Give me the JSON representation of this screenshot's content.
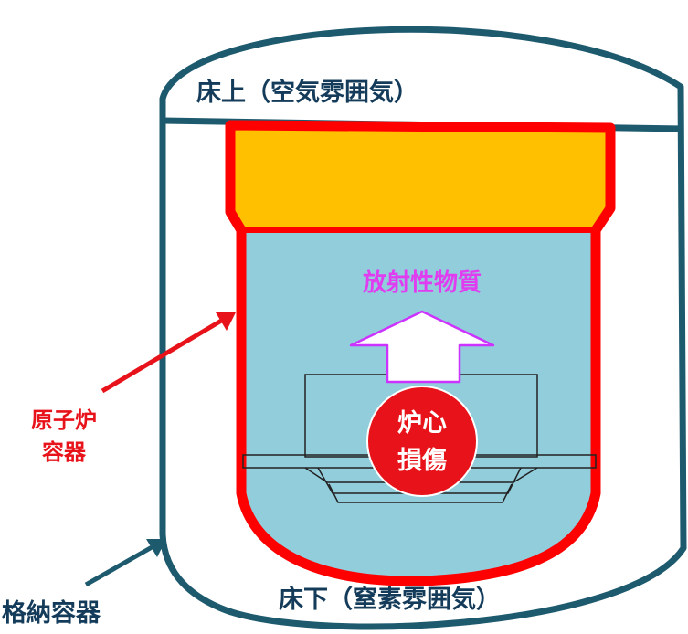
{
  "labels": {
    "upper_floor": "床上（空気雰囲気）",
    "lower_floor": "床下（窒素雰囲気）",
    "radioactive": "放射性物質",
    "core_damage_line1": "炉心",
    "core_damage_line2": "損傷",
    "rpv_line1": "原子炉",
    "rpv_line2": "容器",
    "containment": "格納容器"
  },
  "colors": {
    "containment_outline": "#1e5a6e",
    "rpv_outline": "#ff0000",
    "upper_fill": "#ffc000",
    "water_fill": "#92cddc",
    "arrow_outline": "#cc33ff",
    "core_circle": "#e8131a",
    "rpv_pointer": "#e8131a",
    "containment_pointer": "#1e5a6e"
  }
}
